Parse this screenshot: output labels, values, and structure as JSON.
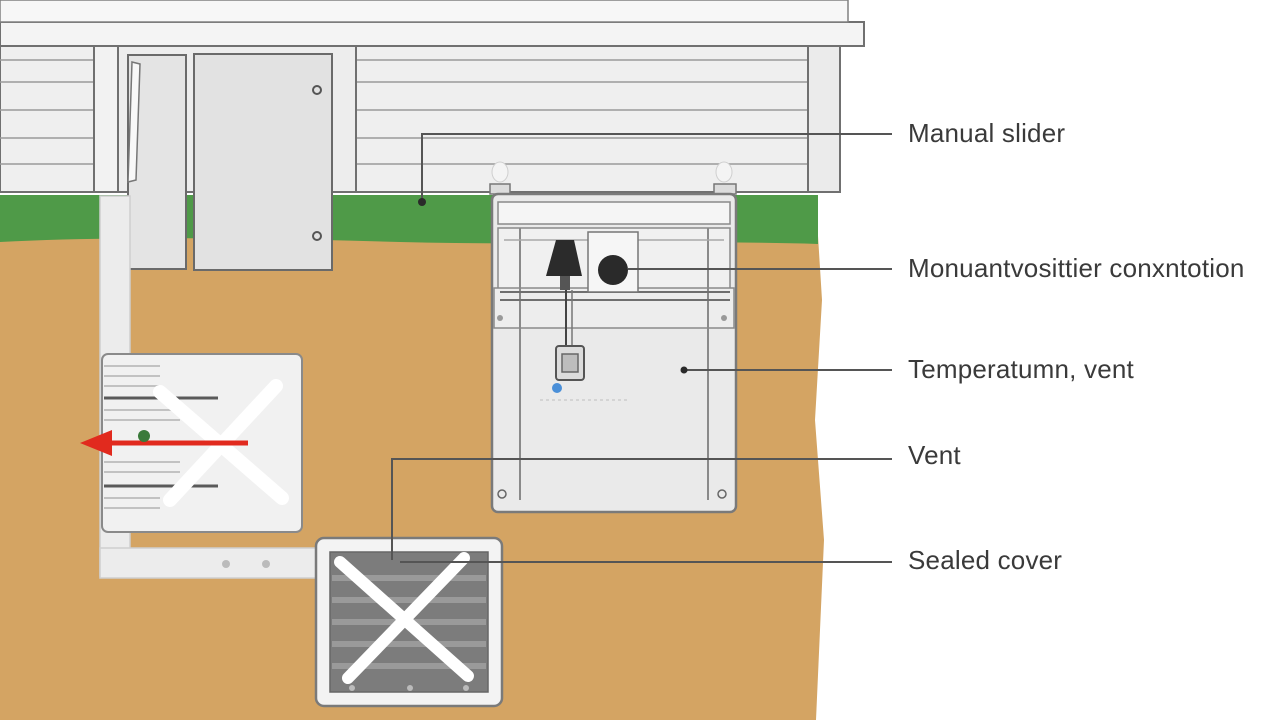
{
  "diagram": {
    "labels": {
      "manual_slider": "Manual slider",
      "monitor_connection": "Monuantvosittier conxntotion",
      "temperature_vent": "Temperatumn, vent",
      "vent": "Vent",
      "sealed_cover": "Sealed cover"
    },
    "colors": {
      "soil": "#d4a463",
      "grass": "#4f9a48",
      "siding": "#ececec",
      "outline": "#6f6f6f",
      "airflow_arrow": "#e12a1e",
      "cross_mark": "#ffffff",
      "leader_line": "#555555"
    },
    "icons": [
      "lock-icon",
      "gauge-dial-icon",
      "bell-sensor-icon",
      "airflow-arrow-icon",
      "cross-mark-icon"
    ]
  }
}
